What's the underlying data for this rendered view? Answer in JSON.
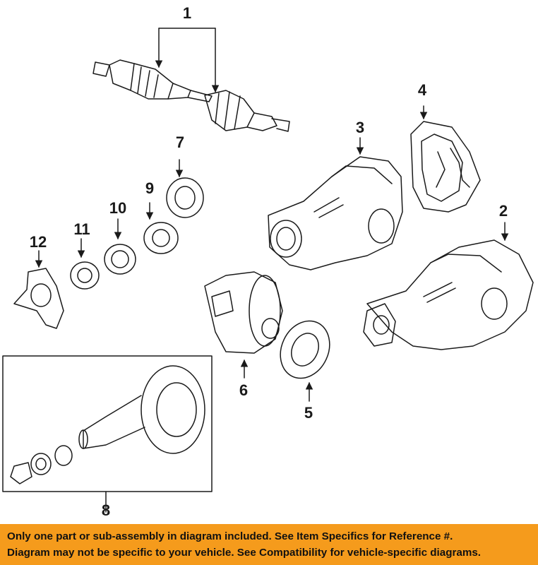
{
  "callouts": {
    "c1": "1",
    "c2": "2",
    "c3": "3",
    "c4": "4",
    "c5": "5",
    "c6": "6",
    "c7": "7",
    "c8": "8",
    "c9": "9",
    "c10": "10",
    "c11": "11",
    "c12": "12"
  },
  "footer": {
    "line1": "Only one part or sub-assembly in diagram included. See Item Specifics for Reference #.",
    "line2": "Diagram may not be specific to your vehicle. See Compatibility for vehicle-specific diagrams."
  },
  "colors": {
    "line": "#1a1a1a",
    "banner": "#f59b1c",
    "background": "#ffffff"
  }
}
